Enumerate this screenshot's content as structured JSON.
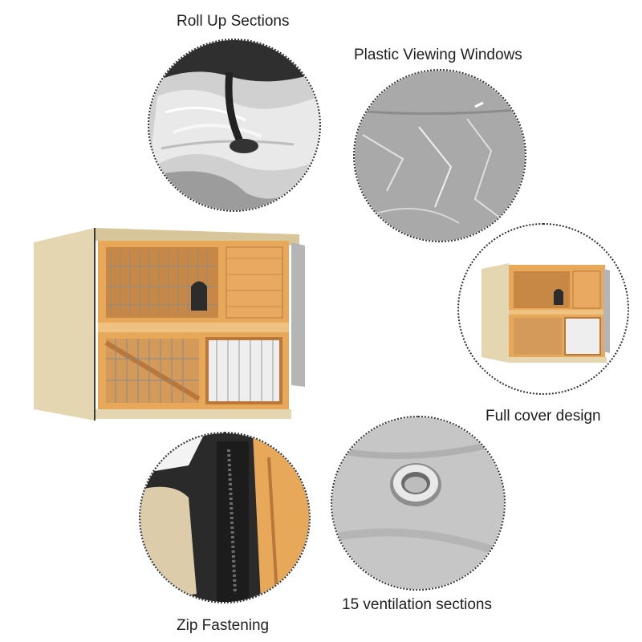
{
  "features": {
    "roll_up": "Roll Up Sections",
    "windows": "Plastic Viewing Windows",
    "full_cover": "Full cover design",
    "zip": "Zip Fastening",
    "ventilation": "15 ventilation sections"
  },
  "colors": {
    "background": "#ffffff",
    "cover_beige": "#e6d8b5",
    "wood": "#e8a85a",
    "wood_dark": "#b9783a",
    "cover_grey": "#b7b7b7",
    "cover_dark": "#3a3a3a"
  }
}
